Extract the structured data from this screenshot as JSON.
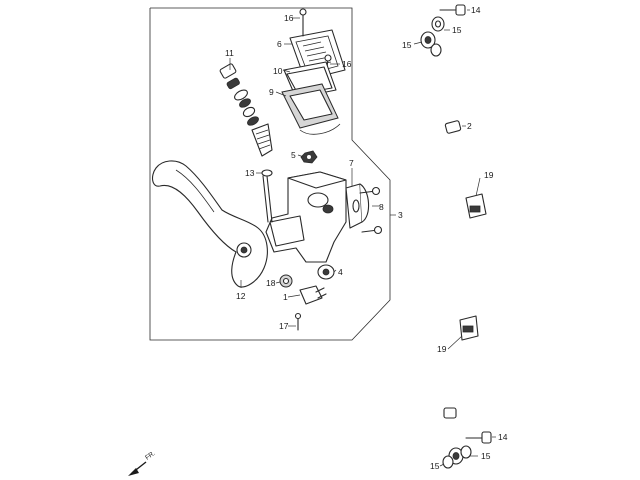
{
  "diagram": {
    "callouts": [
      {
        "id": "c16a",
        "text": "16"
      },
      {
        "id": "c6",
        "text": "6"
      },
      {
        "id": "c16b",
        "text": "16"
      },
      {
        "id": "c10",
        "text": "10"
      },
      {
        "id": "c9",
        "text": "9"
      },
      {
        "id": "c11",
        "text": "11"
      },
      {
        "id": "c5",
        "text": "5"
      },
      {
        "id": "c7",
        "text": "7"
      },
      {
        "id": "c13",
        "text": "13"
      },
      {
        "id": "c8",
        "text": "8"
      },
      {
        "id": "c3",
        "text": "3"
      },
      {
        "id": "c4",
        "text": "4"
      },
      {
        "id": "c18",
        "text": "18"
      },
      {
        "id": "c1",
        "text": "1"
      },
      {
        "id": "c12",
        "text": "12"
      },
      {
        "id": "c17",
        "text": "17"
      },
      {
        "id": "c14a",
        "text": "14"
      },
      {
        "id": "c15a",
        "text": "15"
      },
      {
        "id": "c15b",
        "text": "15"
      },
      {
        "id": "c2",
        "text": "2"
      },
      {
        "id": "c19a",
        "text": "19"
      },
      {
        "id": "c19b",
        "text": "19"
      },
      {
        "id": "c14b",
        "text": "14"
      },
      {
        "id": "c15c",
        "text": "15"
      },
      {
        "id": "c15d",
        "text": "15"
      }
    ],
    "direction_label": "FR."
  }
}
